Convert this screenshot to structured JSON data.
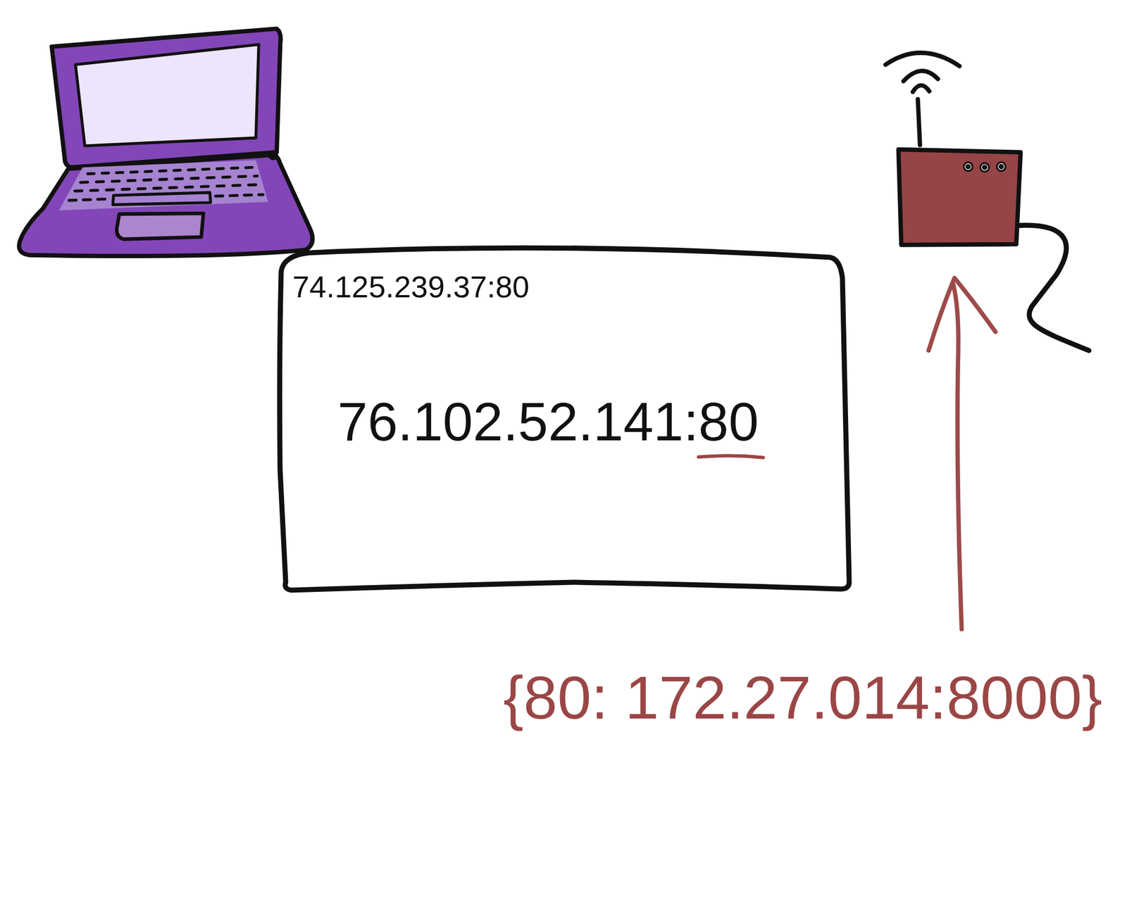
{
  "diagram": {
    "nodes": [
      {
        "text": [
          "74.125.239.37:80",
          "76.102.52.141:80"
        ]
      }
    ],
    "labels": [
      "{80: 172.27.014:8000}"
    ]
  }
}
